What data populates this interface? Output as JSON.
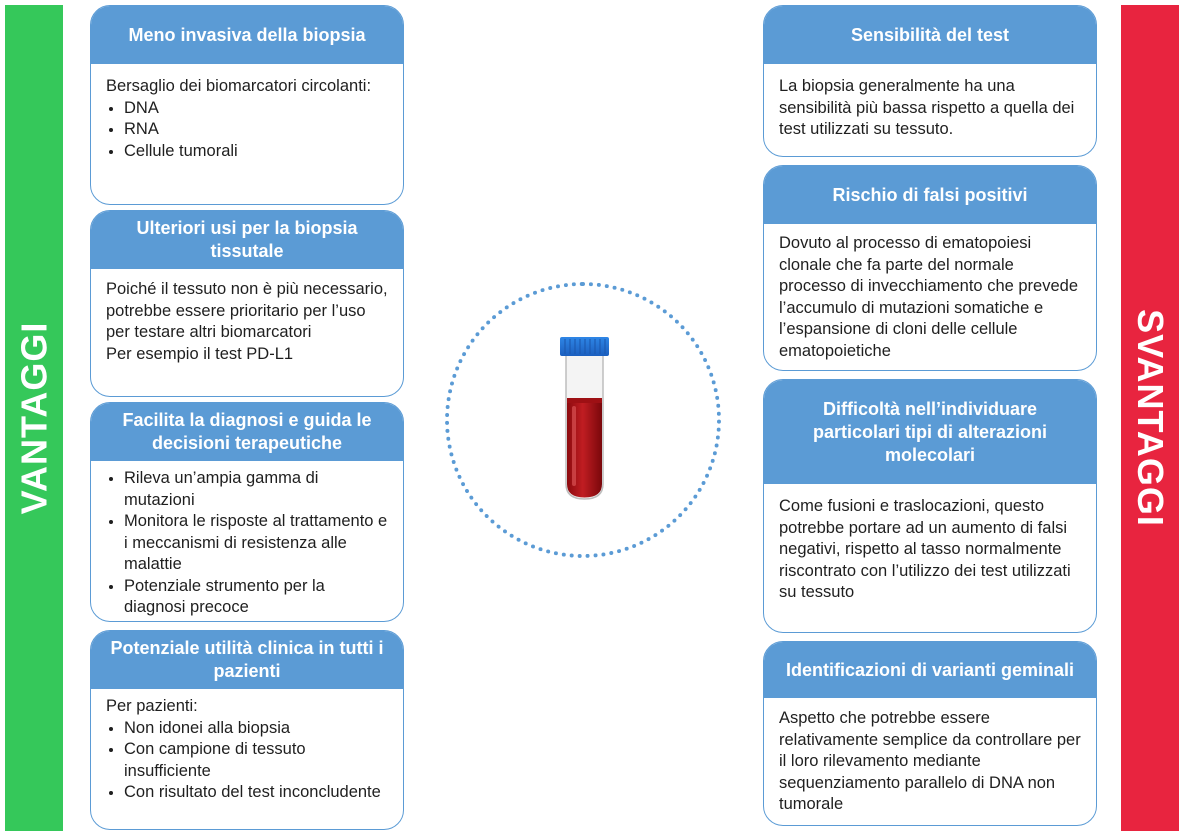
{
  "colors": {
    "pro": "#35c85a",
    "con": "#e8243f",
    "accent": "#5b9bd5"
  },
  "left_label": "VANTAGGI",
  "right_label": "SVANTAGGI",
  "center_icon": "blood-tube-icon",
  "advantages": [
    {
      "title": "Meno invasiva della biopsia",
      "intro": "Bersaglio dei biomarcatori circolanti:",
      "bullets": [
        "DNA",
        "RNA",
        "Cellule tumorali"
      ]
    },
    {
      "title": "Ulteriori usi per la biopsia tissutale",
      "lines": [
        "Poiché il tessuto non è più necessario, potrebbe essere prioritario per l’uso per testare altri biomarcatori",
        "Per esempio il test PD-L1"
      ]
    },
    {
      "title": "Facilita la diagnosi e guida le decisioni terapeutiche",
      "bullets": [
        "Rileva un’ampia gamma di mutazioni",
        "Monitora le risposte al trattamento e i meccanismi di resistenza alle malattie",
        "Potenziale strumento per la diagnosi precoce"
      ]
    },
    {
      "title": "Potenziale utilità clinica in tutti i pazienti",
      "intro": "Per pazienti:",
      "bullets": [
        "Non idonei alla biopsia",
        "Con campione di tessuto insufficiente",
        "Con risultato del test inconcludente"
      ]
    }
  ],
  "disadvantages": [
    {
      "title": "Sensibilità del test",
      "text": "La biopsia generalmente ha una sensibilità più bassa rispetto a quella dei test utilizzati su tessuto."
    },
    {
      "title": "Rischio di falsi positivi",
      "text": "Dovuto al processo di ematopoiesi clonale che fa parte del normale processo di invecchiamento che prevede l’accumulo di mutazioni somatiche e l’espansione di cloni delle cellule ematopoietiche"
    },
    {
      "title": "Difficoltà nell’individuare particolari tipi di alterazioni molecolari",
      "text": "Come fusioni e traslocazioni, questo potrebbe portare ad un aumento di falsi negativi, rispetto al tasso normalmente riscontrato con l’utilizzo dei test utilizzati su tessuto"
    },
    {
      "title": "Identificazioni di varianti geminali",
      "text": "Aspetto che potrebbe essere relativamente semplice da controllare per il loro rilevamento mediante sequenziamento parallelo di DNA non tumorale"
    }
  ]
}
